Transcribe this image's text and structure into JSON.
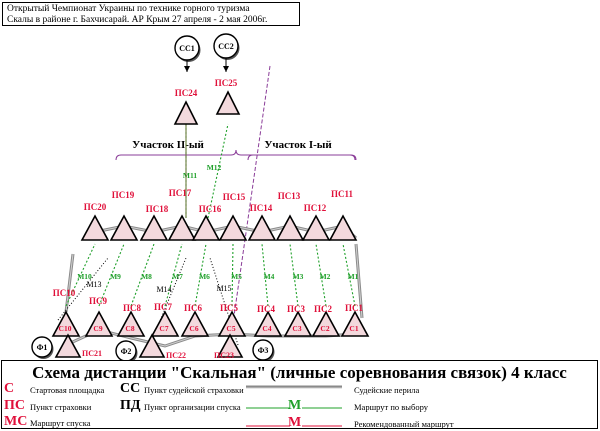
{
  "header": {
    "line1": "Открытый Чемпионат Украины по технике горного туризма",
    "line2": "Скалы в районе г. Бахчисарай. АР Крым 27 апреля - 2 мая 2006г."
  },
  "colors": {
    "red": "#e0103a",
    "green": "#1fa02a",
    "olive": "#5c6f2a",
    "purple": "#8a3c98",
    "triangle_fill": "#f3d9dd"
  },
  "judge_points": [
    "СС1",
    "СС2"
  ],
  "start_points": [
    "Ф1",
    "Ф2",
    "Ф3"
  ],
  "sections": {
    "section2": "Участок II-ый",
    "section1": "Участок I-ый"
  },
  "top_stations": [
    "ПС24",
    "ПС25"
  ],
  "upper_stations": [
    "ПС20",
    "ПС19",
    "ПС18",
    "ПС17",
    "ПС16",
    "ПС15",
    "ПС14",
    "ПС13",
    "ПС12",
    "ПС11"
  ],
  "lower_stations": [
    "ПС10",
    "ПС9",
    "ПС8",
    "ПС7",
    "ПС6",
    "ПС5",
    "ПС4",
    "ПС3",
    "ПС2",
    "ПС1"
  ],
  "start_labels": [
    "С10",
    "С9",
    "С8",
    "С7",
    "С6",
    "С5",
    "С4",
    "С3",
    "С2",
    "С1"
  ],
  "bottom_stations": [
    "ПС21",
    "ПС22",
    "ПС23"
  ],
  "route_labels_green": [
    "М1",
    "М2",
    "М3",
    "М4",
    "М5",
    "М6",
    "М7",
    "М8",
    "М9",
    "М10",
    "М11",
    "М12"
  ],
  "route_labels_black": [
    "М13",
    "М14",
    "М15"
  ],
  "legend": {
    "title": "Схема дистанции \"Скальная\" (личные соревнования связок) 4 класс",
    "items": [
      {
        "symbol": "С",
        "text": "Стартовая площадка"
      },
      {
        "symbol": "ПС",
        "text": "Пункт страховки"
      },
      {
        "symbol": "МС",
        "text": "Маршрут спуска"
      },
      {
        "symbol": "СС",
        "text": "Пункт судейской страховки"
      },
      {
        "symbol": "ПД",
        "text": "Пункт организации спуска"
      },
      {
        "symbol": "",
        "text": "Судейские перила"
      },
      {
        "symbol": "М",
        "text": "Маршрут по выбору"
      },
      {
        "symbol": "М",
        "text": "Рекомендованный маршрут"
      }
    ]
  }
}
